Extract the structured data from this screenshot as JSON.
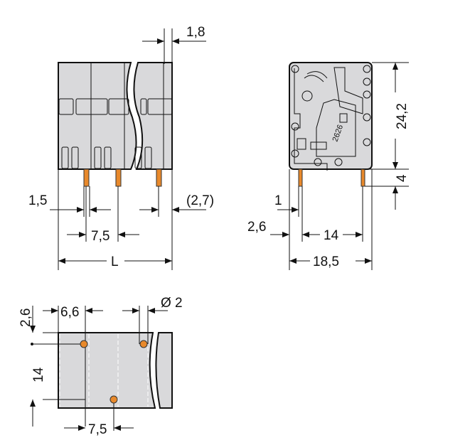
{
  "title": "Terminal block dimension drawing",
  "colors": {
    "housing": "#d9d9db",
    "pin": "#e8892b",
    "line": "#111111"
  },
  "front_view": {
    "dim_top": "1,8",
    "dim_pin_left": "1,5",
    "dim_pin_right": "(2,7)",
    "dim_pitch": "7,5",
    "dim_length": "L"
  },
  "side_view": {
    "dim_height": "24,2",
    "dim_pin_length": "4",
    "dim_pin_width": "1",
    "dim_offset": "2,6",
    "dim_pin_spacing": "14",
    "dim_depth": "18,5",
    "marking": "2626"
  },
  "footprint": {
    "dim_offset_v": "2,6",
    "dim_offset_h": "6,6",
    "dim_hole": "Ø 2",
    "dim_spacing_v": "14",
    "dim_pitch": "7,5"
  }
}
